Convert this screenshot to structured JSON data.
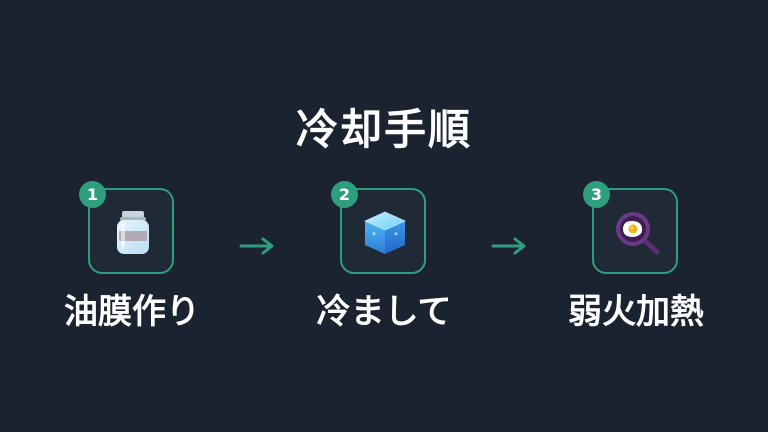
{
  "title": "冷却手順",
  "colors": {
    "background": "#1b2331",
    "accent": "#2f9e7e",
    "text": "#ffffff"
  },
  "steps": [
    {
      "number": "1",
      "label": "油膜作り",
      "icon": "jar-icon"
    },
    {
      "number": "2",
      "label": "冷まして",
      "icon": "ice-cube-icon"
    },
    {
      "number": "3",
      "label": "弱火加熱",
      "icon": "frying-pan-icon"
    }
  ],
  "arrows": [
    "arrow-right-icon",
    "arrow-right-icon"
  ]
}
